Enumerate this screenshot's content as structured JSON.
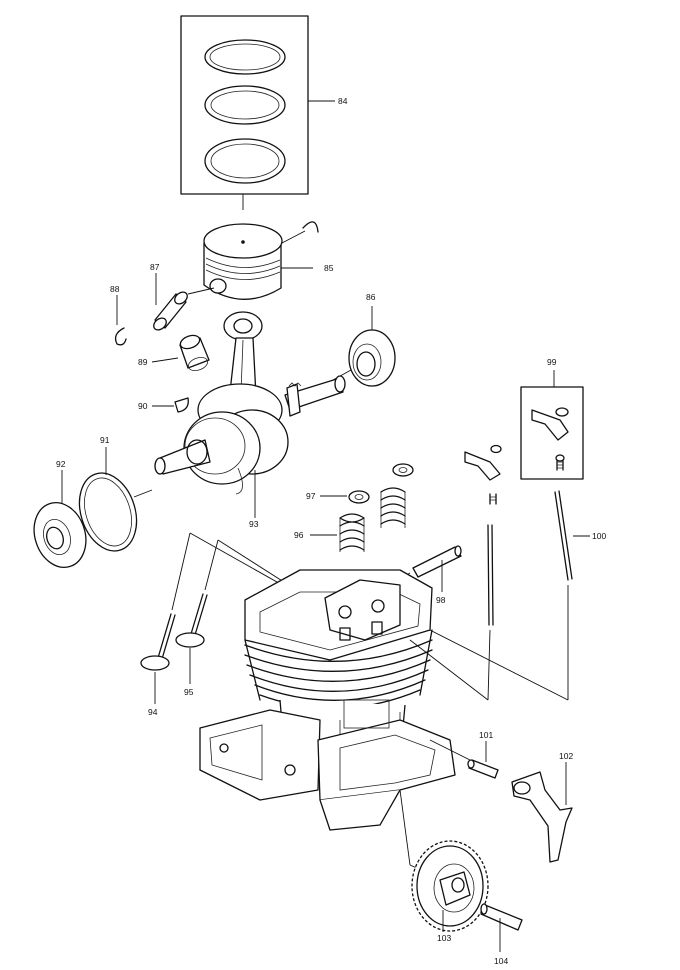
{
  "callouts": {
    "p84": "84",
    "p85": "85",
    "p86": "86",
    "p87": "87",
    "p88": "88",
    "p89": "89",
    "p90": "90",
    "p91": "91",
    "p92": "92",
    "p93": "93",
    "p94": "94",
    "p95": "95",
    "p96": "96",
    "p97": "97",
    "p98": "98",
    "p99": "99",
    "p100": "100",
    "p101": "101",
    "p102": "102",
    "p103": "103",
    "p104": "104"
  }
}
